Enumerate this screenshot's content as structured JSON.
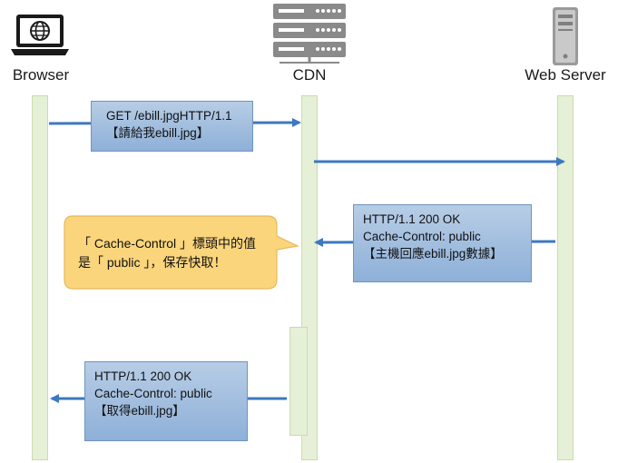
{
  "actors": {
    "browser": "Browser",
    "cdn": "CDN",
    "server": "Web Server"
  },
  "messages": {
    "request": [
      "GET /ebill.jpgHTTP/1.1",
      "【請給我ebill.jpg】"
    ],
    "origin_response": [
      "HTTP/1.1 200 OK",
      "Cache-Control: public",
      "【主機回應ebill.jpg數據】"
    ],
    "cdn_response": [
      "HTTP/1.1 200 OK",
      "Cache-Control: public",
      "【取得ebill.jpg】"
    ]
  },
  "callout": {
    "lines": [
      "「 Cache-Control 」標頭中的值",
      "是「 public 」，保存快取！"
    ]
  },
  "colors": {
    "arrow": "#3d78c0",
    "lane_fill": "#e6f0d6",
    "message_fill": "#9dbce0",
    "callout_fill": "#fbd57c",
    "icon_dark": "#1a1a1a"
  },
  "icons": [
    "laptop-globe-icon",
    "server-rack-icon",
    "server-tower-icon"
  ]
}
